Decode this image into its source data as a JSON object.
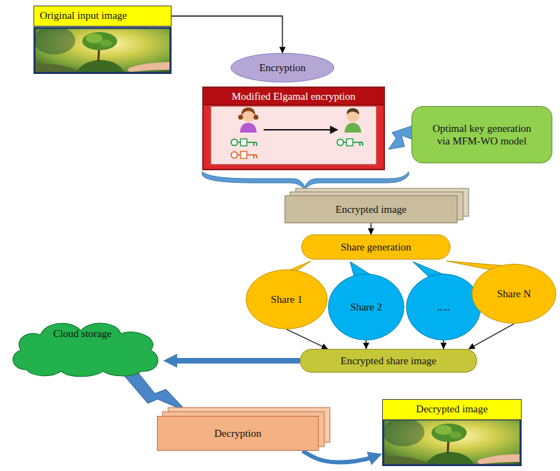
{
  "diagram": {
    "nodes": [
      {
        "text": [
          "Original input image"
        ]
      },
      {
        "text": [
          "Encryption"
        ]
      },
      {
        "text": [
          "Modified Elgamal encryption"
        ]
      },
      {
        "text": [
          "Optimal key generation via MFM-WO model"
        ]
      },
      {
        "text": [
          "Encrypted image"
        ]
      },
      {
        "text": [
          "Share generation"
        ]
      },
      {
        "text": [
          "Share 1"
        ]
      },
      {
        "text": [
          "Share 2"
        ]
      },
      {
        "text": [
          "....."
        ]
      },
      {
        "text": [
          "Share N"
        ]
      },
      {
        "text": [
          "Cloud storage"
        ]
      },
      {
        "text": [
          "Encrypted share image"
        ]
      },
      {
        "text": [
          "Decryption"
        ]
      },
      {
        "text": [
          "Decrypted image"
        ]
      }
    ],
    "edges": [
      {
        "from": 0,
        "to": 1,
        "arrow": "to"
      },
      {
        "from": 4,
        "to": 5,
        "arrow": "to"
      },
      {
        "from": 6,
        "to": 11,
        "arrow": "to"
      },
      {
        "from": 7,
        "to": 11,
        "arrow": "to"
      },
      {
        "from": 8,
        "to": 11,
        "arrow": "to"
      },
      {
        "from": 9,
        "to": 11,
        "arrow": "to"
      },
      {
        "from": 11,
        "to": 10,
        "arrow": "to"
      },
      {
        "from": 12,
        "to": 13,
        "arrow": "to"
      }
    ]
  }
}
